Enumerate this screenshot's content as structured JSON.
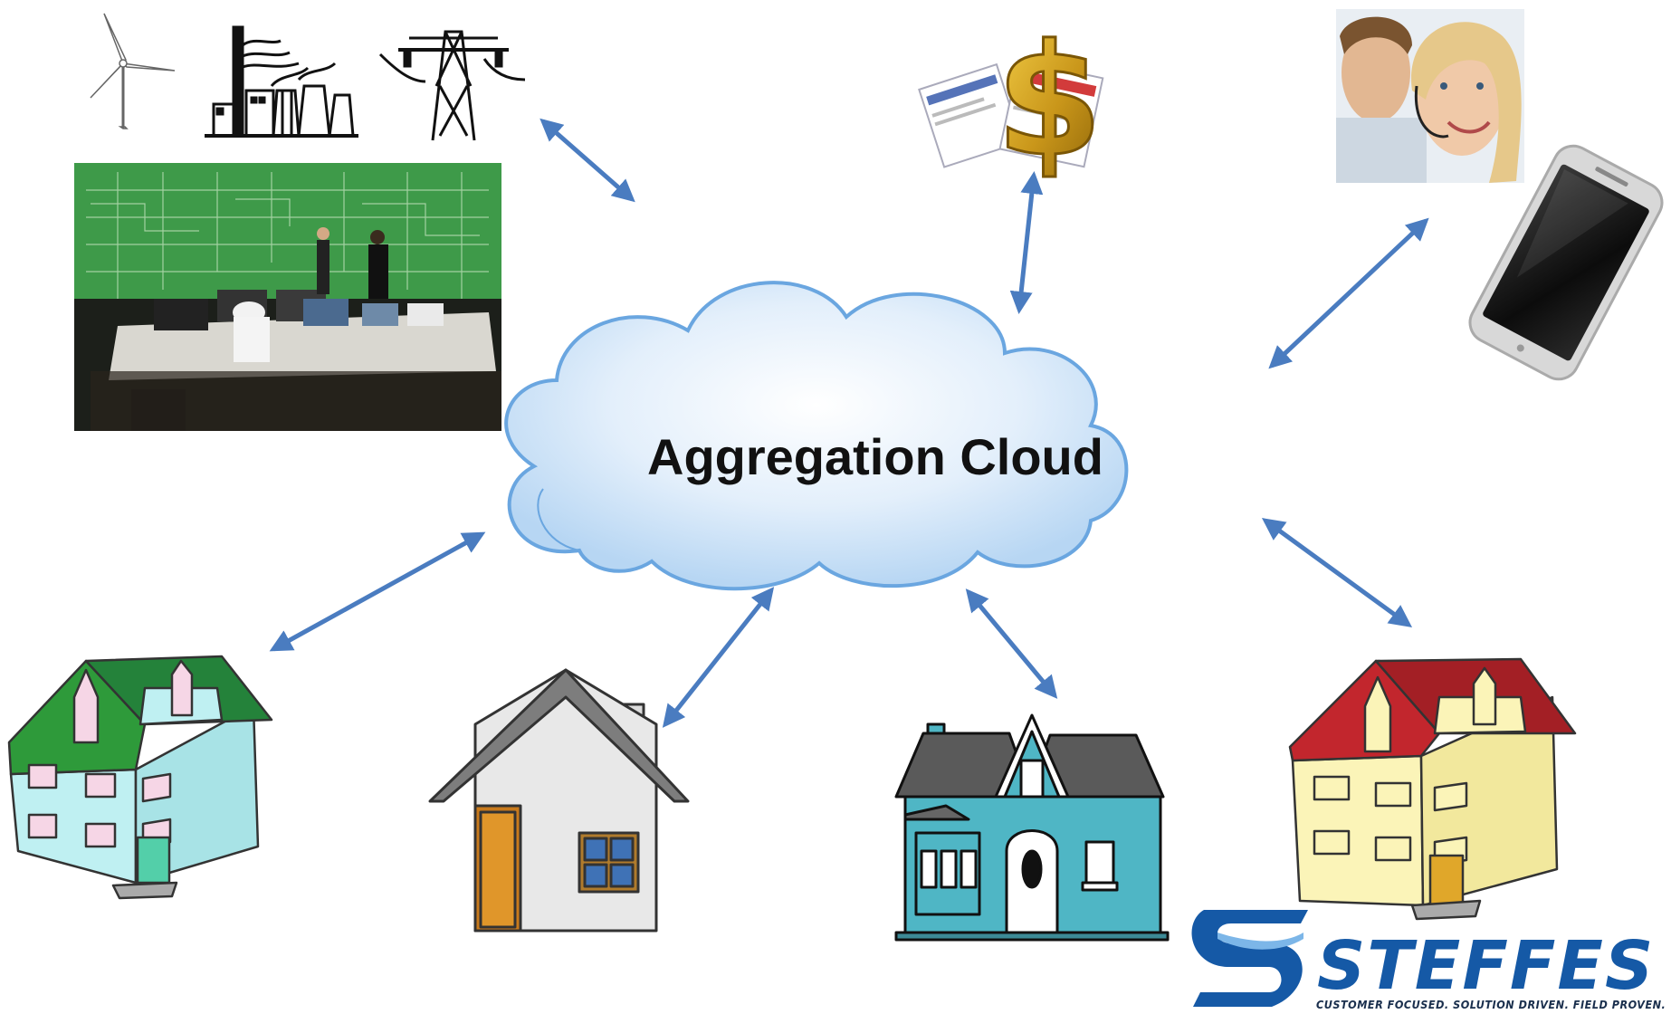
{
  "cloud": {
    "title": "Aggregation Cloud"
  },
  "logo": {
    "name": "STEFFES",
    "tagline": "CUSTOMER FOCUSED. SOLUTION DRIVEN. FIELD PROVEN."
  },
  "colors": {
    "arrow": "#4a7cc0",
    "cloud_fill": "#cfe3f7",
    "cloud_stroke": "#6aa6e0",
    "control_room_green": "#3e9a49",
    "roof_green": "#2e9a3a",
    "roof_red": "#c2262d",
    "roof_gray": "#5a5a5a",
    "wall_cyan": "#bff0f2",
    "wall_yellow": "#fbf4b8",
    "wall_teal": "#4fb6c5",
    "brand_blue": "#1559a6"
  },
  "icons": [
    "wind-turbine-icon",
    "power-plant-icon",
    "transmission-tower-icon",
    "control-room-image",
    "dollar-bills-icon",
    "call-center-image",
    "smartphone-icon",
    "house-green-roof-icon",
    "house-gray-icon",
    "house-victorian-icon",
    "house-red-roof-icon"
  ]
}
